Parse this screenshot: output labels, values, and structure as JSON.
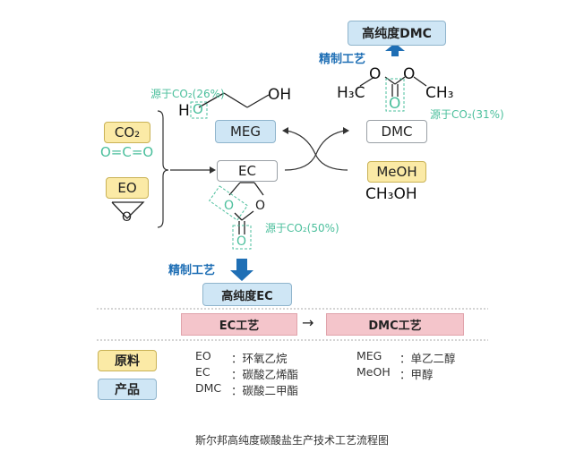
{
  "products": {
    "high_purity_dmc": "高纯度DMC",
    "high_purity_ec": "高纯度EC",
    "meg": "MEG",
    "dmc": "DMC",
    "ec": "EC"
  },
  "raw_materials": {
    "co2": "CO₂",
    "eo": "EO",
    "meoh": "MeOH"
  },
  "formulas": {
    "co2_structure": "O=C=O",
    "ch3oh": "CH₃OH",
    "h3c": "H₃C",
    "ch3": "CH₃",
    "h": "H",
    "oh": "OH",
    "o": "O"
  },
  "sources": {
    "meg": "源于CO₂(26%)",
    "dmc": "源于CO₂(31%)",
    "ec": "源于CO₂(50%)"
  },
  "refining_label": "精制工艺",
  "stages": {
    "ec_process": "EC工艺",
    "arrow": "→",
    "dmc_process": "DMC工艺"
  },
  "legend": {
    "raw": "原料",
    "product": "产品",
    "entries": [
      {
        "abbr": "EO",
        "desc": "：环氧乙烷"
      },
      {
        "abbr": "EC",
        "desc": "：碳酸乙烯酯"
      },
      {
        "abbr": "DMC",
        "desc": "：碳酸二甲酯"
      },
      {
        "abbr": "MEG",
        "desc": "：单乙二醇"
      },
      {
        "abbr": "MeOH",
        "desc": "：甲醇"
      }
    ]
  },
  "caption": "斯尔邦高纯度碳酸盐生产技术工艺流程图",
  "colors": {
    "product_fill": "#cfe6f5",
    "raw_fill": "#fbeaa6",
    "stage_fill": "#f4c5cb",
    "source_text": "#4bbf9c",
    "refining_blue": "#1f6fb5"
  }
}
